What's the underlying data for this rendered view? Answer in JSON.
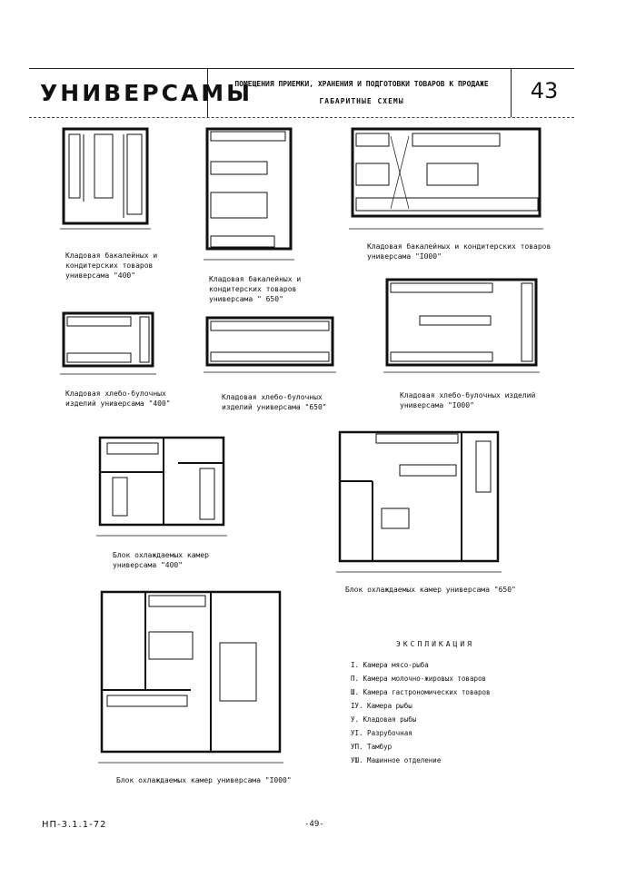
{
  "header": {
    "series": "УНИВЕРСАМЫ",
    "subtitle_1": "ПОМЕЩЕНИЯ ПРИЕМКИ, ХРАНЕНИЯ И ПОДГОТОВКИ ТОВАРОВ К ПРОДАЖЕ",
    "subtitle_2": "ГАБАРИТНЫЕ   СХЕМЫ",
    "sheet_number": "43"
  },
  "captions": {
    "grocery_400": "Кладовая бакалейных и\nкондитерских товаров\nуниверсама \"400\"",
    "grocery_650": "Кладовая бакалейных и\nкондитерских товаров\nуниверсама \" 650\"",
    "grocery_1000": "Кладовая бакалейных и кондитерских товаров\nуниверсама \"I000\"",
    "bread_400": "Кладовая хлебо-булочных\nизделий универсама \"400\"",
    "bread_650": "Кладовая хлебо-булочных\nизделий универсама \"650\"",
    "bread_1000": "Кладовая хлебо-булочных изделий\nуниверсама \"I000\"",
    "cold_400": "Блок охлаждаемых камер\nуниверсама \"400\"",
    "cold_650": "Блок охлаждаемых камер универсама \"650\"",
    "cold_1000": "Блок охлаждаемых камер универсама \"I000\""
  },
  "legend": {
    "title": "ЭКСПЛИКАЦИЯ",
    "items": [
      "I. Камера мясо-рыба",
      "П. Камера молочно-жировых товаров",
      "Ш. Камера гастрономических товаров",
      "IУ. Камера рыбы",
      "У. Кладовая рыбы",
      "УI. Разрубочная",
      "УП. Тамбур",
      "УШ. Машинное отделение"
    ]
  },
  "footer": {
    "code": "НП-3.1.1-72",
    "page": "-49-"
  }
}
